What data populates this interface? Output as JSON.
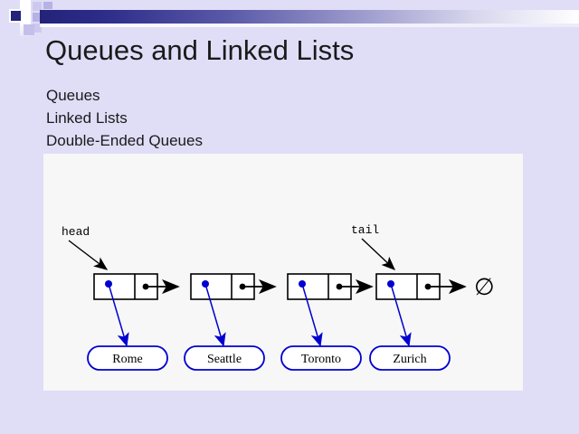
{
  "slide": {
    "title": "Queues and Linked Lists",
    "background_color": "#e0ddf7",
    "accent_color": "#23237a",
    "bullets": [
      "Queues",
      "Linked Lists",
      "Double-Ended Queues"
    ]
  },
  "diagram": {
    "background_color": "#f7f7f7",
    "pointer_color": "#0000d0",
    "node_border_color": "#000000",
    "label_border_color": "#0000d0",
    "head_label": "head",
    "tail_label": "tail",
    "null_symbol": "∅",
    "nodes": [
      {
        "value": "Rome"
      },
      {
        "value": "Seattle"
      },
      {
        "value": "Toronto"
      },
      {
        "value": "Zurich"
      }
    ]
  }
}
